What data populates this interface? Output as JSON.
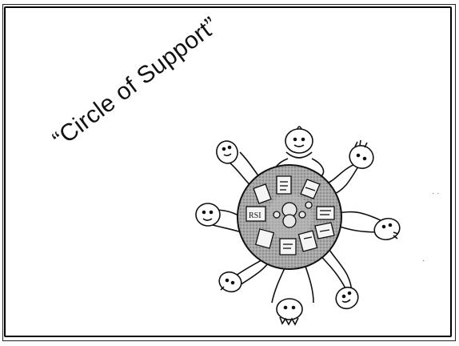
{
  "slide": {
    "title": "“Circle of Support”"
  },
  "diagram": {
    "center_table": "round table with shared learning materials",
    "people_count": 8,
    "colors": {
      "ink": "#111111",
      "table_fill": "#9a9a9a",
      "background": "#ffffff"
    },
    "icons": [
      "person-icon",
      "book-icon",
      "paper-icon",
      "abc-card-icon",
      "puppet-icon"
    ]
  }
}
